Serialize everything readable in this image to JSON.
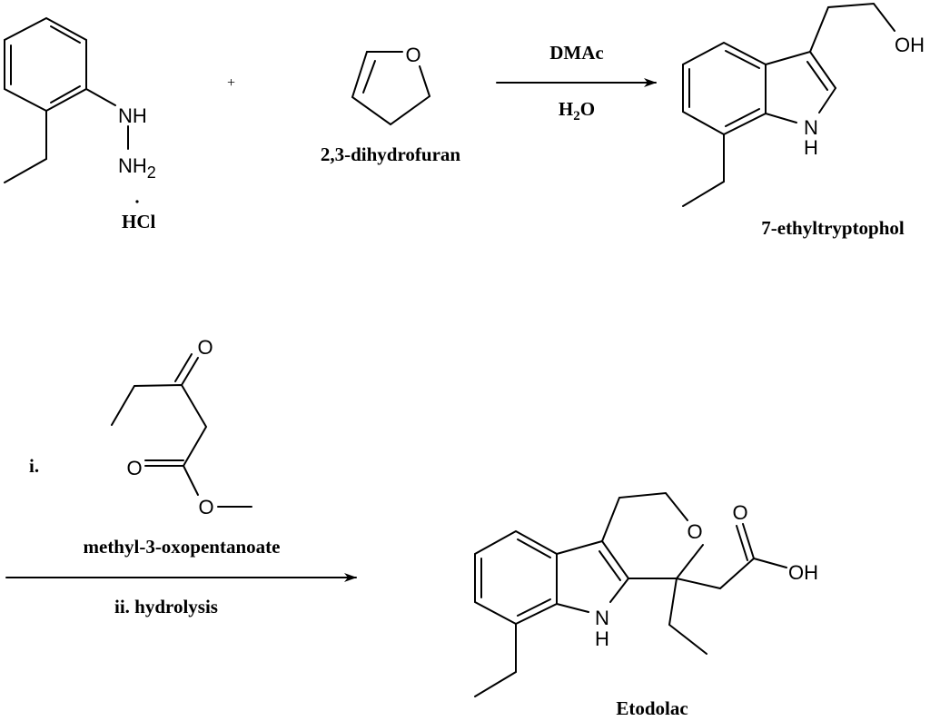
{
  "reactants": {
    "hydrazine": {
      "nh": "NH",
      "nh2": "NH",
      "nh2_sub": "2",
      "salt": "HCl"
    },
    "plus": "+",
    "dihydrofuran": {
      "o": "O",
      "name": "2,3-dihydrofuran"
    }
  },
  "step1": {
    "reagent_top": "DMAc",
    "reagent_bottom_h": "H",
    "reagent_bottom_sub": "2",
    "reagent_bottom_o": "O"
  },
  "product1": {
    "oh": "OH",
    "n": "N",
    "h": "H",
    "name": "7-ethyltryptophol"
  },
  "step2": {
    "step_i": "i.",
    "ketoester": {
      "o_keto": "O",
      "o_ester": "O",
      "o_methoxy": "O",
      "name": "methyl-3-oxopentanoate"
    },
    "step_ii": "ii. hydrolysis"
  },
  "product2": {
    "o_ring": "O",
    "o_carbonyl": "O",
    "oh": "OH",
    "n": "N",
    "h": "H",
    "name": "Etodolac"
  }
}
